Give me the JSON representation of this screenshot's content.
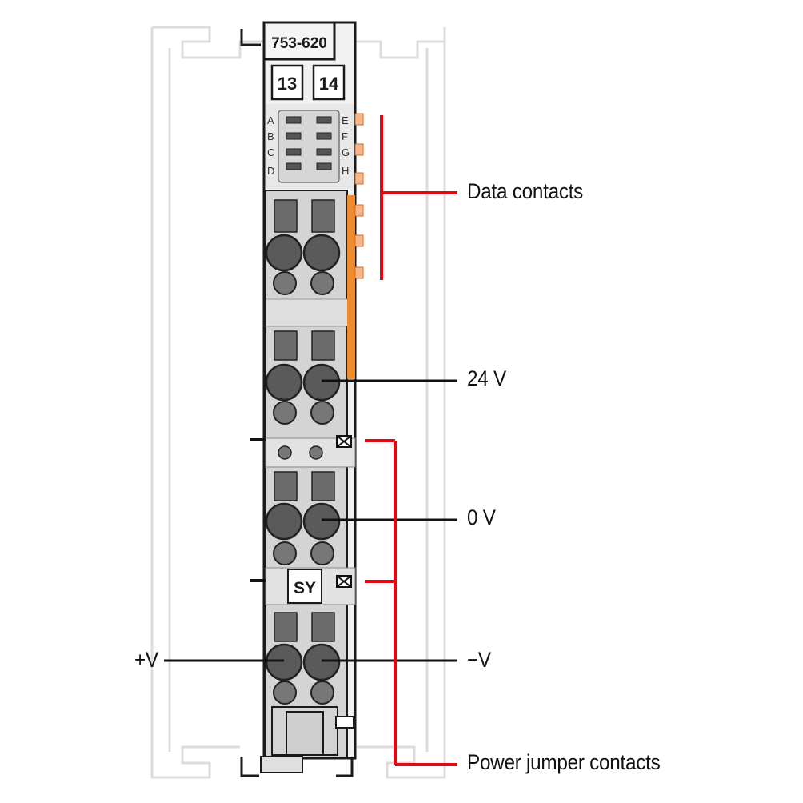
{
  "module": {
    "part_number": "753-620",
    "channel_labels": [
      "13",
      "14"
    ],
    "led_letters_left": [
      "A",
      "B",
      "C",
      "D"
    ],
    "led_letters_right": [
      "E",
      "F",
      "G",
      "H"
    ],
    "sy_label": "SY"
  },
  "labels": {
    "data_contacts": "Data contacts",
    "v24": "24 V",
    "v0": "0 V",
    "plus_v": "+V",
    "minus_v": "−V",
    "power_jumper_contacts": "Power jumper contacts"
  },
  "colors": {
    "accent_red": "#e30613",
    "contact_orange": "#f08a2a",
    "contact_orange_light": "#f7b58a",
    "body_grey": "#d4d4d4",
    "dark_grey": "#6b6b6b",
    "outline_grey": "#dcdcdc"
  }
}
